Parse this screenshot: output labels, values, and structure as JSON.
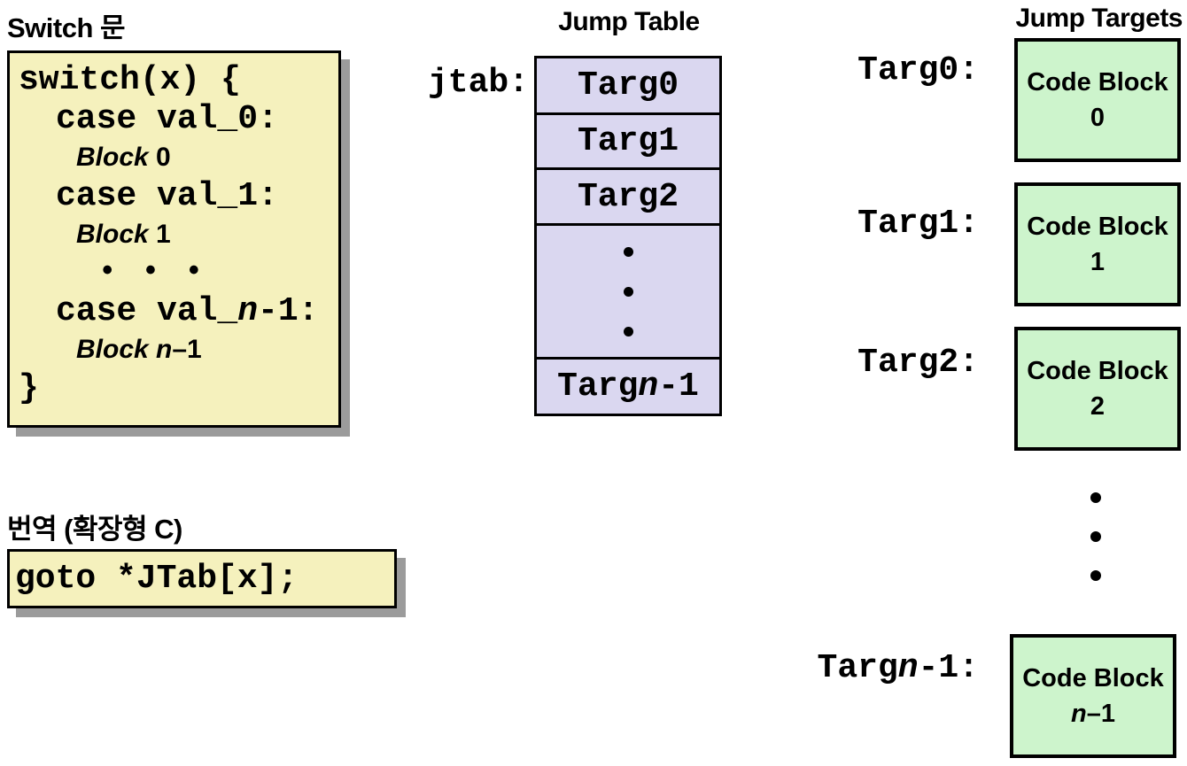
{
  "colors": {
    "code_bg": "#F5F1BD",
    "table_bg": "#DAD7F0",
    "target_bg": "#CDF4CC",
    "shadow": "#9B9B9B",
    "border": "#000000"
  },
  "switch_section": {
    "title": "Switch 문",
    "code_lines": [
      {
        "indent": 0,
        "segments": [
          {
            "t": "switch(x) {",
            "s": "mono"
          }
        ]
      },
      {
        "indent": 1,
        "segments": [
          {
            "t": "case val_0:",
            "s": "mono"
          }
        ]
      },
      {
        "indent": 2,
        "segments": [
          {
            "t": "Block ",
            "s": "blk"
          },
          {
            "t": "0",
            "s": "blknum"
          }
        ]
      },
      {
        "indent": 1,
        "segments": [
          {
            "t": "case val_1:",
            "s": "mono"
          }
        ]
      },
      {
        "indent": 2,
        "segments": [
          {
            "t": "Block ",
            "s": "blk"
          },
          {
            "t": "1",
            "s": "blknum"
          }
        ]
      },
      {
        "indent": 3,
        "segments": [
          {
            "t": "• • •",
            "s": "hdots"
          }
        ]
      },
      {
        "indent": 1,
        "segments": [
          {
            "t": "case val_",
            "s": "mono"
          },
          {
            "t": "n",
            "s": "monovar"
          },
          {
            "t": "-1:",
            "s": "mono"
          }
        ]
      },
      {
        "indent": 2,
        "segments": [
          {
            "t": "Block ",
            "s": "blk"
          },
          {
            "t": "n",
            "s": "blkvar"
          },
          {
            "t": "–1",
            "s": "blknum"
          }
        ]
      },
      {
        "indent": 0,
        "segments": [
          {
            "t": "}",
            "s": "mono"
          }
        ]
      }
    ]
  },
  "translation_section": {
    "title": "번역 (확장형 C)",
    "code": "goto *JTab[x];"
  },
  "jump_table": {
    "title": "Jump Table",
    "pointer_label": "jtab:",
    "rows": [
      {
        "type": "entry",
        "segments": [
          {
            "t": "Targ0",
            "s": "mono"
          }
        ]
      },
      {
        "type": "entry",
        "segments": [
          {
            "t": "Targ1",
            "s": "mono"
          }
        ]
      },
      {
        "type": "entry",
        "segments": [
          {
            "t": "Targ2",
            "s": "mono"
          }
        ]
      },
      {
        "type": "ellipsis",
        "dots": 3
      },
      {
        "type": "entry",
        "segments": [
          {
            "t": "Targ",
            "s": "mono"
          },
          {
            "t": "n",
            "s": "monovar"
          },
          {
            "t": "-1",
            "s": "mono"
          }
        ]
      }
    ]
  },
  "jump_targets": {
    "title": "Jump Targets",
    "ellipsis_dots": 3,
    "targets": [
      {
        "label_segments": [
          {
            "t": "Targ0:",
            "s": "mono"
          }
        ],
        "block_segments": [
          {
            "t": "Code Block",
            "s": "cb"
          }
        ],
        "num_segments": [
          {
            "t": "0",
            "s": "cb"
          }
        ]
      },
      {
        "label_segments": [
          {
            "t": "Targ1:",
            "s": "mono"
          }
        ],
        "block_segments": [
          {
            "t": "Code Block",
            "s": "cb"
          }
        ],
        "num_segments": [
          {
            "t": "1",
            "s": "cb"
          }
        ]
      },
      {
        "label_segments": [
          {
            "t": "Targ2:",
            "s": "mono"
          }
        ],
        "block_segments": [
          {
            "t": "Code Block",
            "s": "cb"
          }
        ],
        "num_segments": [
          {
            "t": "2",
            "s": "cb"
          }
        ]
      },
      {
        "label_segments": [
          {
            "t": "Targ",
            "s": "mono"
          },
          {
            "t": "n",
            "s": "monovar"
          },
          {
            "t": "-1:",
            "s": "mono"
          }
        ],
        "block_segments": [
          {
            "t": "Code Block",
            "s": "cb"
          }
        ],
        "num_segments": [
          {
            "t": "n",
            "s": "cbvar"
          },
          {
            "t": "–1",
            "s": "cb"
          }
        ]
      }
    ]
  }
}
